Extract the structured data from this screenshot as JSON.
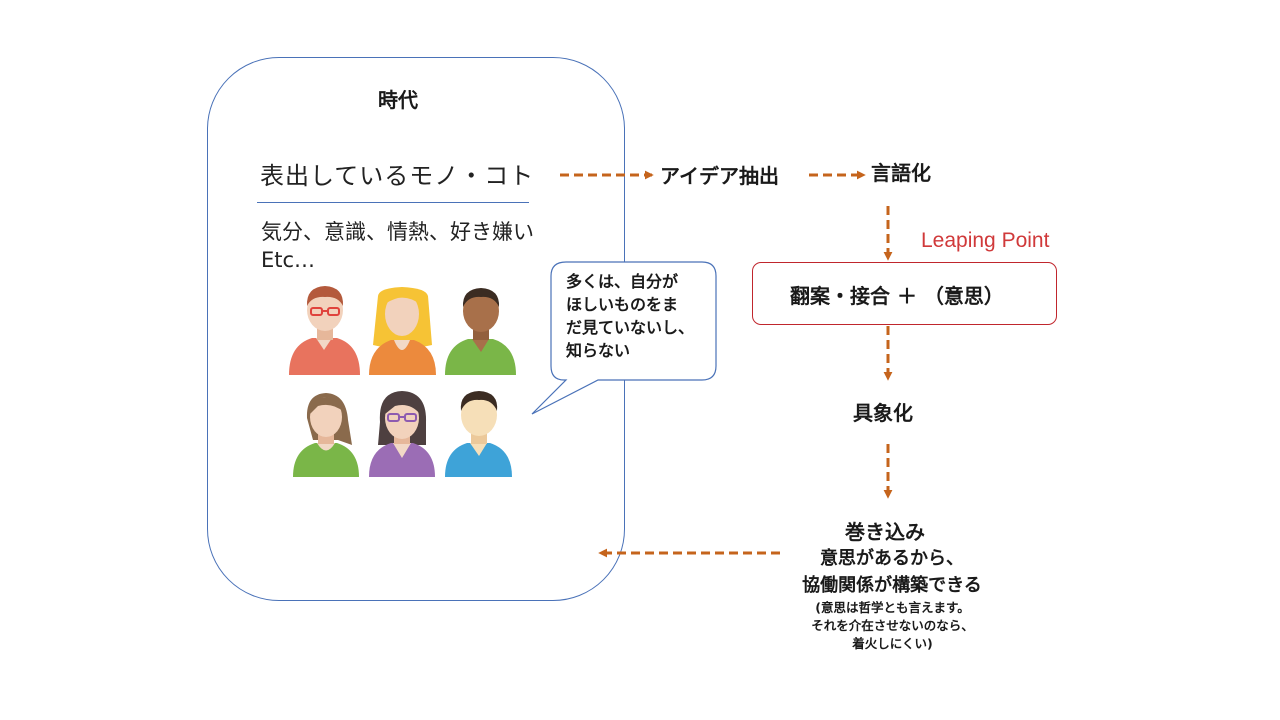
{
  "era": {
    "title": "時代",
    "visible_things": "表出しているモノ・コト",
    "feelings_line1": "気分、意識、情熱、好き嫌い",
    "feelings_line2": "Etc…"
  },
  "callout": {
    "line1": "多くは、自分が",
    "line2": "ほしいものをま",
    "line3": "だ見ていないし、",
    "line4": "知らない"
  },
  "flow": {
    "idea_extraction": "アイデア抽出",
    "verbalization": "言語化",
    "leaping_point": "Leaping Point",
    "proposal": "翻案・接合 ＋ （意思）",
    "concretization": "具象化",
    "involvement": "巻き込み",
    "reason_line1": "意思があるから、",
    "reason_line2": "協働関係が構築できる",
    "note_line1": "(意思は哲学とも言えます。",
    "note_line2": "それを介在させないのなら、",
    "note_line3": "着火しにくい)"
  },
  "colors": {
    "box_border": "#4a72b8",
    "arrow": "#c5641c",
    "leaping_text": "#d0393a",
    "proposal_border": "#c0262d"
  },
  "icons": [
    "people-group-icon"
  ]
}
